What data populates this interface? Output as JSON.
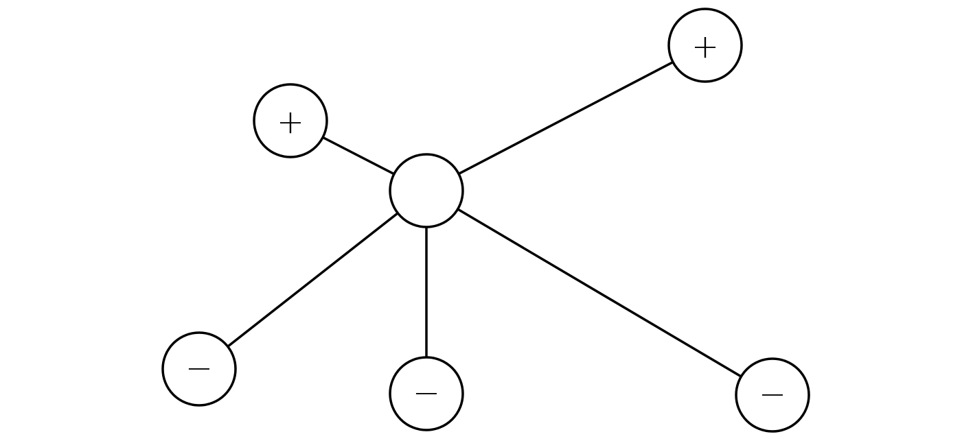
{
  "diagram": {
    "center_node": {
      "label": ""
    },
    "nodes": [
      {
        "id": "plus-left",
        "label": "+"
      },
      {
        "id": "plus-right",
        "label": "+"
      },
      {
        "id": "minus-left",
        "label": "−"
      },
      {
        "id": "minus-middle",
        "label": "−"
      },
      {
        "id": "minus-right",
        "label": "−"
      }
    ]
  }
}
